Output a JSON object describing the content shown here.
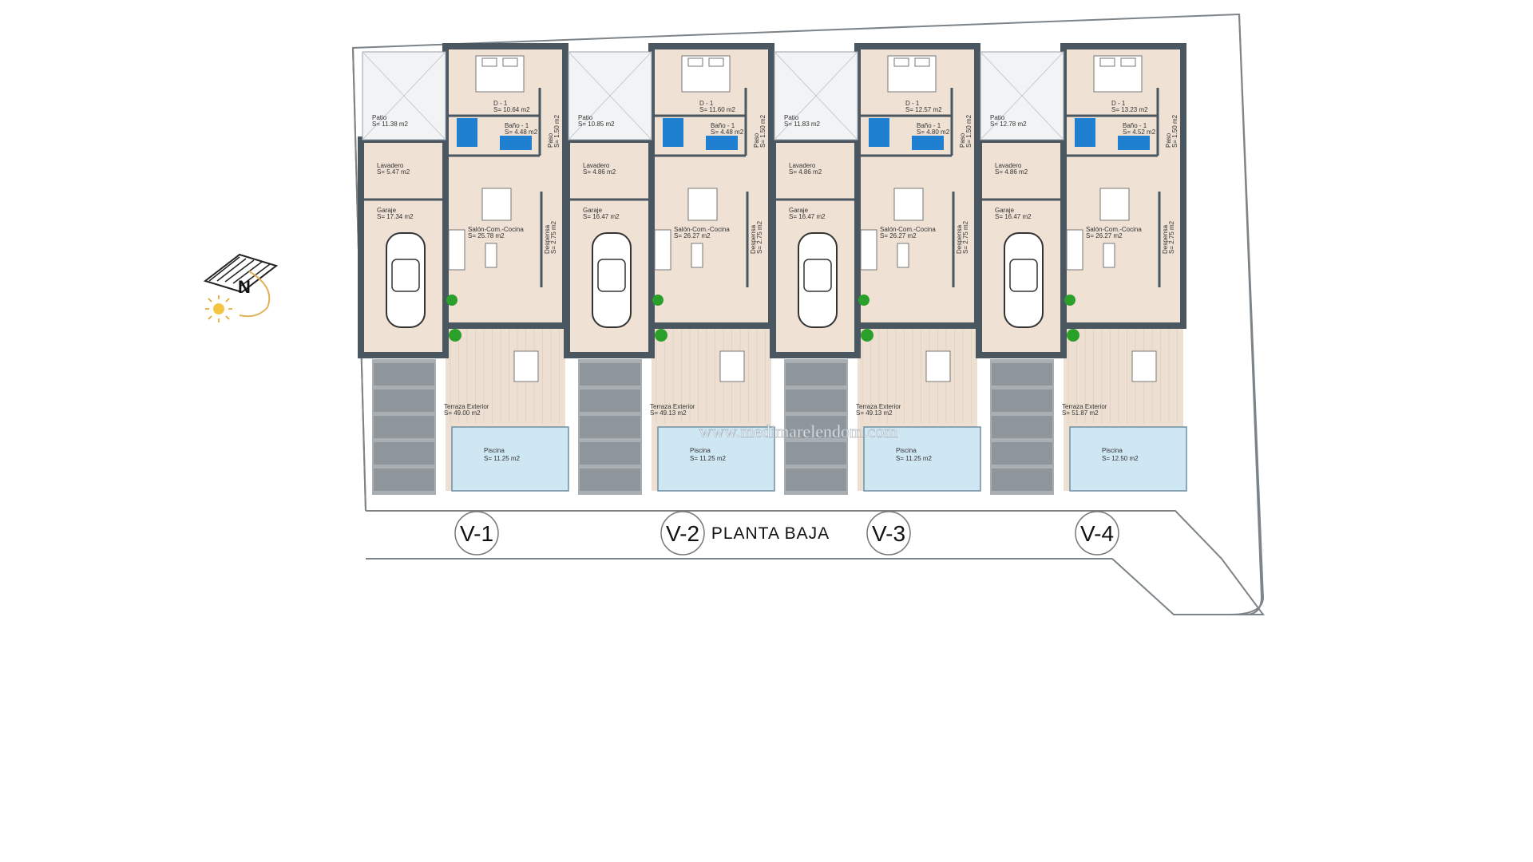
{
  "plan": {
    "title": "PLANTA BAJA",
    "watermark": "www.medimarelendom.com",
    "north_label": "N",
    "colors": {
      "wall": "#4a5660",
      "floor": "#efe1d4",
      "terrace": "#ede0d2",
      "pool": "#cfe6f3",
      "bath_tile": "#1f7fd0",
      "drive": "#8f969b",
      "plant": "#2aa02a",
      "outline": "#7c8489"
    },
    "units": [
      {
        "tag": "V-1",
        "rooms": {
          "patio": [
            "Patio",
            "S= 11.38 m2"
          ],
          "bedroom": [
            "D - 1",
            "S= 10.64 m2"
          ],
          "bath": [
            "Baño - 1",
            "S= 4.48 m2"
          ],
          "hall": [
            "Paso",
            "S= 1.50 m2"
          ],
          "laundry": [
            "Lavadero",
            "S= 5.47 m2"
          ],
          "garage": [
            "Garaje",
            "S= 17.34 m2"
          ],
          "living": [
            "Salón-Com.-Cocina",
            "S= 25.78 m2"
          ],
          "pantry": [
            "Despensa",
            "S= 2.75 m2"
          ],
          "terrace": [
            "Terraza Exterior",
            "S= 49.00 m2"
          ],
          "pool": [
            "Piscina",
            "S= 11.25 m2"
          ]
        }
      },
      {
        "tag": "V-2",
        "rooms": {
          "patio": [
            "Patio",
            "S= 10.85 m2"
          ],
          "bedroom": [
            "D - 1",
            "S= 11.60 m2"
          ],
          "bath": [
            "Baño - 1",
            "S= 4.48 m2"
          ],
          "hall": [
            "Paso",
            "S= 1.50 m2"
          ],
          "laundry": [
            "Lavadero",
            "S= 4.86 m2"
          ],
          "garage": [
            "Garaje",
            "S= 16.47 m2"
          ],
          "living": [
            "Salón-Com.-Cocina",
            "S= 26.27 m2"
          ],
          "pantry": [
            "Despensa",
            "S= 2.75 m2"
          ],
          "terrace": [
            "Terraza Exterior",
            "S= 49.13 m2"
          ],
          "pool": [
            "Piscina",
            "S= 11.25 m2"
          ]
        }
      },
      {
        "tag": "V-3",
        "rooms": {
          "patio": [
            "Patio",
            "S= 11.83 m2"
          ],
          "bedroom": [
            "D - 1",
            "S= 12.57 m2"
          ],
          "bath": [
            "Baño - 1",
            "S= 4.80 m2"
          ],
          "hall": [
            "Paso",
            "S= 1.50 m2"
          ],
          "laundry": [
            "Lavadero",
            "S= 4.86 m2"
          ],
          "garage": [
            "Garaje",
            "S= 16.47 m2"
          ],
          "living": [
            "Salón-Com.-Cocina",
            "S= 26.27 m2"
          ],
          "pantry": [
            "Despensa",
            "S= 2.75 m2"
          ],
          "terrace": [
            "Terraza Exterior",
            "S= 49.13 m2"
          ],
          "pool": [
            "Piscina",
            "S= 11.25 m2"
          ]
        }
      },
      {
        "tag": "V-4",
        "rooms": {
          "patio": [
            "Patio",
            "S= 12.78 m2"
          ],
          "bedroom": [
            "D - 1",
            "S= 13.23 m2"
          ],
          "bath": [
            "Baño - 1",
            "S= 4.52 m2"
          ],
          "hall": [
            "Paso",
            "S= 1.50 m2"
          ],
          "laundry": [
            "Lavadero",
            "S= 4.86 m2"
          ],
          "garage": [
            "Garaje",
            "S= 16.47 m2"
          ],
          "living": [
            "Salón-Com.-Cocina",
            "S= 26.27 m2"
          ],
          "pantry": [
            "Despensa",
            "S= 2.75 m2"
          ],
          "terrace": [
            "Terraza Exterior",
            "S= 51.87 m2"
          ],
          "pool": [
            "Piscina",
            "S= 12.50 m2"
          ]
        }
      }
    ]
  }
}
